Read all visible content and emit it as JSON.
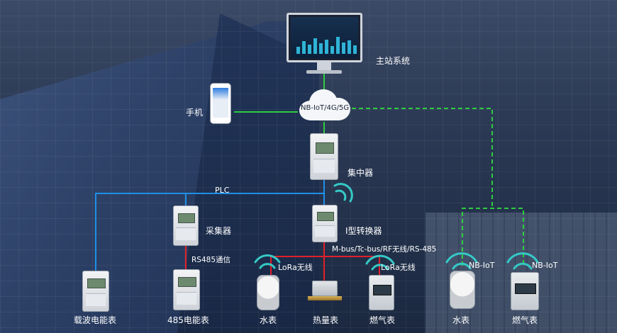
{
  "nodes": {
    "master_station": "主站系统",
    "phone": "手机",
    "network": "NB-IoT/4G/5G",
    "concentrator": "集中器",
    "collector": "采集器",
    "converter": "I型转换器",
    "plc_meter": "载波电能表",
    "rs485_meter": "485电能表",
    "water_meter_lora": "水表",
    "heat_meter": "热量表",
    "gas_meter_lora": "燃气表",
    "water_meter_nb": "水表",
    "gas_meter_nb": "燃气表"
  },
  "links": {
    "plc": "PLC",
    "rs485": "RS485通信",
    "bus": "M-bus/Tc-bus/RF无线/RS-485",
    "lora_water": "LoRa无线",
    "lora_gas": "LoRa无线",
    "nb_water": "NB-IoT",
    "nb_gas": "NB-IoT"
  },
  "colors": {
    "green_link": "#2ecc40",
    "blue_link": "#1e90e8",
    "red_link": "#e0202a",
    "green_dashed": "#2ecc40",
    "wifi_arcs": "#35c9c6"
  }
}
